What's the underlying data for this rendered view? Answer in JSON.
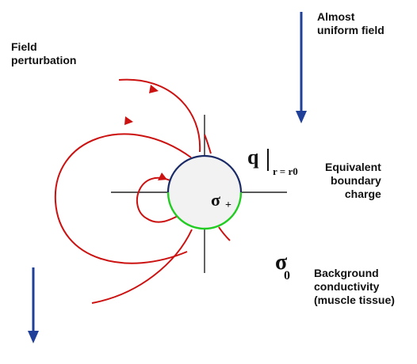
{
  "labels": {
    "field_perturbation": "Field\nperturbation",
    "almost_uniform_field": "Almost\nuniform field",
    "equivalent_boundary_charge": "Equivalent\nboundary\ncharge",
    "background_conductivity": "Background\nconductivity\n(muscle tissue)"
  },
  "symbols": {
    "q": "q",
    "q_subscript": "r = r0",
    "sigma_plus": "σ",
    "sigma_plus_sub": "+",
    "sigma_zero": "σ",
    "sigma_zero_sub": "0"
  },
  "colors": {
    "field_lines": "#cc1111",
    "arrows": "#1f3f99",
    "circle_top": "#1a2a66",
    "circle_bottom": "#22cc22",
    "axes": "#222222",
    "circle_fill": "#f2f2f2"
  }
}
